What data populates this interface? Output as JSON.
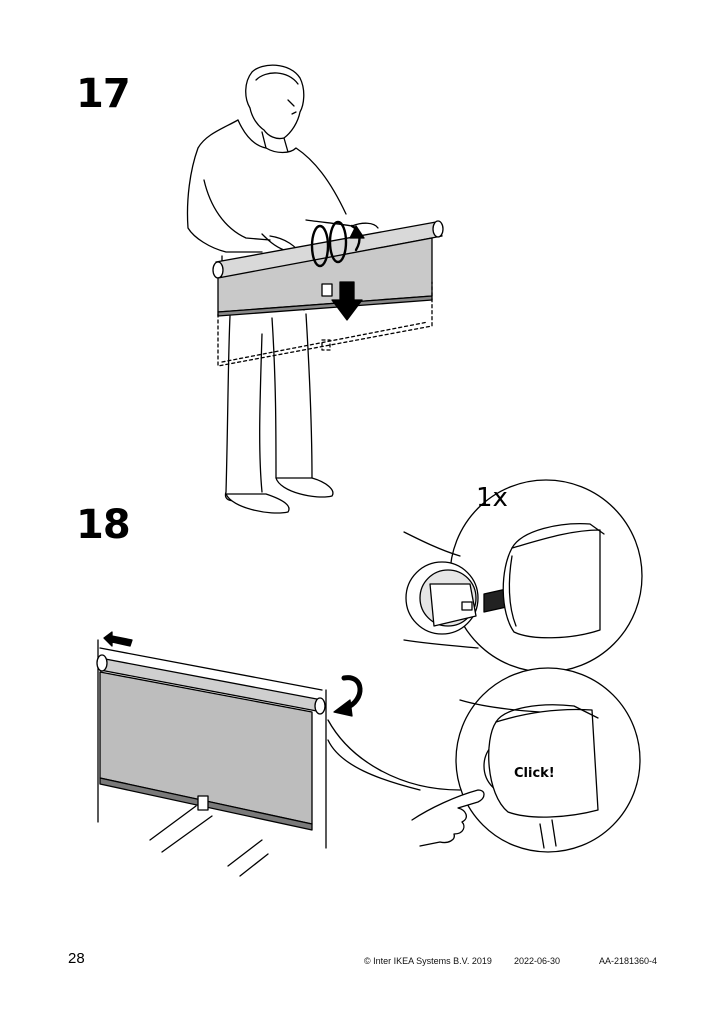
{
  "page": {
    "page_number": "28",
    "copyright": "© Inter IKEA Systems B.V. 2019",
    "date": "2022-06-30",
    "doc_id": "AA-2181360-4"
  },
  "steps": [
    {
      "number": "17"
    },
    {
      "number": "18"
    }
  ],
  "detail_1": {
    "quantity": "1x"
  },
  "detail_2": {
    "callout": "Click!"
  }
}
